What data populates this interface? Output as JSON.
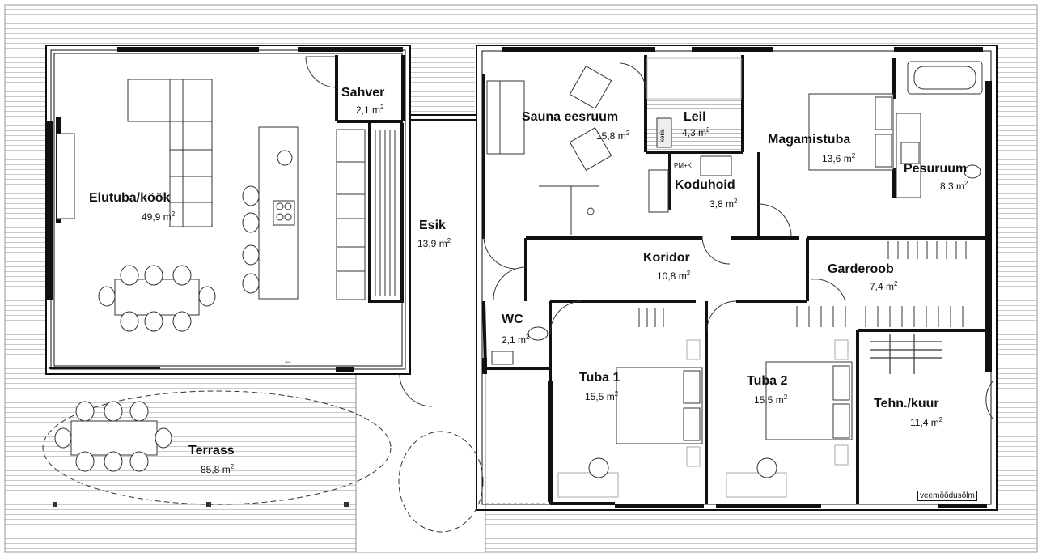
{
  "rooms": {
    "elutuba": {
      "name": "Elutuba/köök",
      "area": "49,9 m",
      "sup": "2"
    },
    "sahver": {
      "name": "Sahver",
      "area": "2,1 m",
      "sup": "2"
    },
    "esik": {
      "name": "Esik",
      "area": "13,9 m",
      "sup": "2"
    },
    "sauna": {
      "name": "Sauna eesruum",
      "area": "15,8 m",
      "sup": "2"
    },
    "leil": {
      "name": "Leil",
      "area": "4,3 m",
      "sup": "2"
    },
    "koduhoid": {
      "name": "Koduhoid",
      "area": "3,8 m",
      "sup": "2"
    },
    "magamistuba": {
      "name": "Magamistuba",
      "area": "13,6 m",
      "sup": "2"
    },
    "pesuruum": {
      "name": "Pesuruum",
      "area": "8,3 m",
      "sup": "2"
    },
    "koridor": {
      "name": "Koridor",
      "area": "10,8 m",
      "sup": "2"
    },
    "garderoob": {
      "name": "Garderoob",
      "area": "7,4 m",
      "sup": "2"
    },
    "wc": {
      "name": "WC",
      "area": "2,1 m",
      "sup": "2"
    },
    "tuba1": {
      "name": "Tuba 1",
      "area": "15,5 m",
      "sup": "2"
    },
    "tuba2": {
      "name": "Tuba 2",
      "area": "15,5 m",
      "sup": "2"
    },
    "tehn": {
      "name": "Tehn./kuur",
      "area": "11,4 m",
      "sup": "2"
    },
    "terrass": {
      "name": "Terrass",
      "area": "85,8 m",
      "sup": "2"
    }
  },
  "labels": {
    "keris": "keris",
    "pmk": "PM+K",
    "veemoodusolm": "veemõõdusõlm",
    "arrow": "←"
  }
}
